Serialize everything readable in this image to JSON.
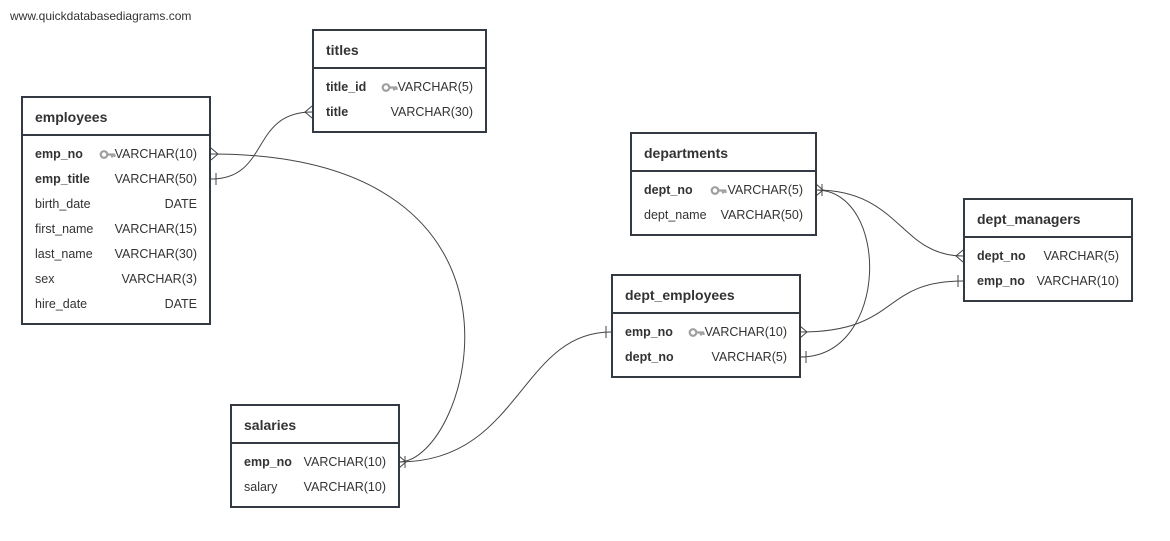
{
  "watermark": "www.quickdatabasediagrams.com",
  "tables": {
    "titles": {
      "name": "titles",
      "columns": [
        {
          "name": "title_id",
          "type": "VARCHAR(5)",
          "key": true
        },
        {
          "name": "title",
          "type": "VARCHAR(30)"
        }
      ]
    },
    "employees": {
      "name": "employees",
      "columns": [
        {
          "name": "emp_no",
          "type": "VARCHAR(10)",
          "key": true
        },
        {
          "name": "emp_title",
          "type": "VARCHAR(50)"
        },
        {
          "name": "birth_date",
          "type": "DATE"
        },
        {
          "name": "first_name",
          "type": "VARCHAR(15)"
        },
        {
          "name": "last_name",
          "type": "VARCHAR(30)"
        },
        {
          "name": "sex",
          "type": "VARCHAR(3)"
        },
        {
          "name": "hire_date",
          "type": "DATE"
        }
      ]
    },
    "departments": {
      "name": "departments",
      "columns": [
        {
          "name": "dept_no",
          "type": "VARCHAR(5)",
          "key": true
        },
        {
          "name": "dept_name",
          "type": "VARCHAR(50)"
        }
      ]
    },
    "dept_managers": {
      "name": "dept_managers",
      "columns": [
        {
          "name": "dept_no",
          "type": "VARCHAR(5)"
        },
        {
          "name": "emp_no",
          "type": "VARCHAR(10)"
        }
      ]
    },
    "dept_employees": {
      "name": "dept_employees",
      "columns": [
        {
          "name": "emp_no",
          "type": "VARCHAR(10)",
          "key": true
        },
        {
          "name": "dept_no",
          "type": "VARCHAR(5)"
        }
      ]
    },
    "salaries": {
      "name": "salaries",
      "columns": [
        {
          "name": "emp_no",
          "type": "VARCHAR(10)"
        },
        {
          "name": "salary",
          "type": "VARCHAR(10)"
        }
      ]
    }
  },
  "colors": {
    "border": "#333a42",
    "text": "#333333",
    "line": "#444444",
    "key_icon": "#a0a0a0"
  }
}
